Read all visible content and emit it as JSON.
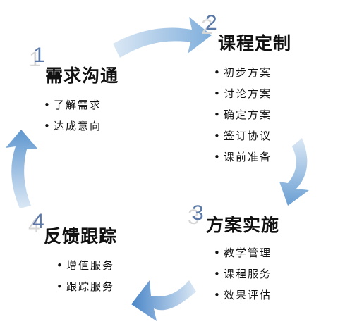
{
  "steps": [
    {
      "number": "1",
      "title": "需求沟通",
      "items": [
        "了解需求",
        "达成意向"
      ]
    },
    {
      "number": "2",
      "title": "课程定制",
      "items": [
        "初步方案",
        "讨论方案",
        "确定方案",
        "签订协议",
        "课前准备"
      ]
    },
    {
      "number": "3",
      "title": "方案实施",
      "items": [
        "教学管理",
        "课程服务",
        "效果评估"
      ]
    },
    {
      "number": "4",
      "title": "反馈跟踪",
      "items": [
        "增值服务",
        "跟踪服务"
      ]
    }
  ],
  "colors": {
    "arrow_light": "#d2e2f2",
    "arrow_dark": "#4a86c8",
    "number": "#5b79a8",
    "number_shadow": "#d6d6d6"
  },
  "bullet": "•"
}
